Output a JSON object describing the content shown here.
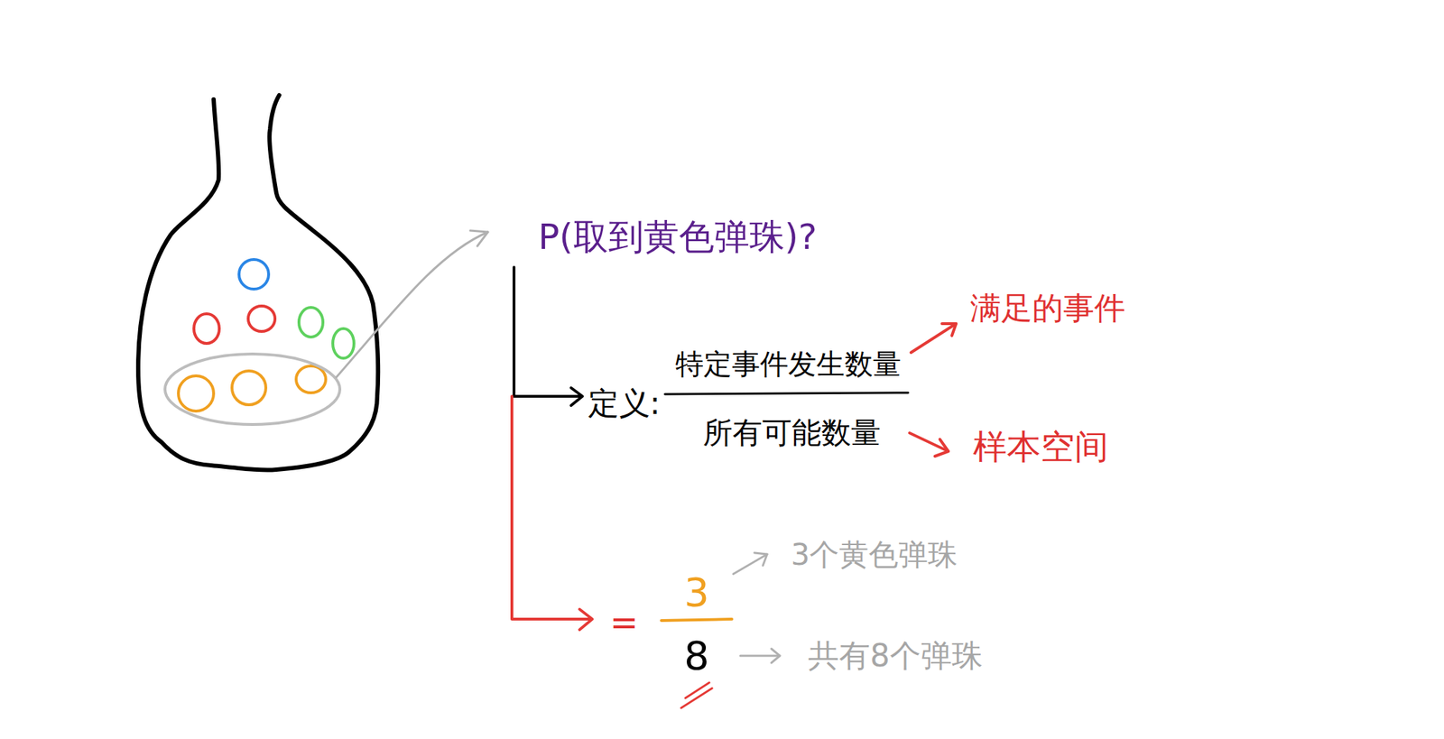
{
  "diagram": {
    "labels": [
      "P(取到黄色弹珠)?",
      "定义:",
      "特定事件发生数量",
      "所有可能数量",
      "满足的事件",
      "样本空间",
      "=",
      "3",
      "8",
      "3个黄色弹珠",
      "共有8个弹珠"
    ]
  }
}
